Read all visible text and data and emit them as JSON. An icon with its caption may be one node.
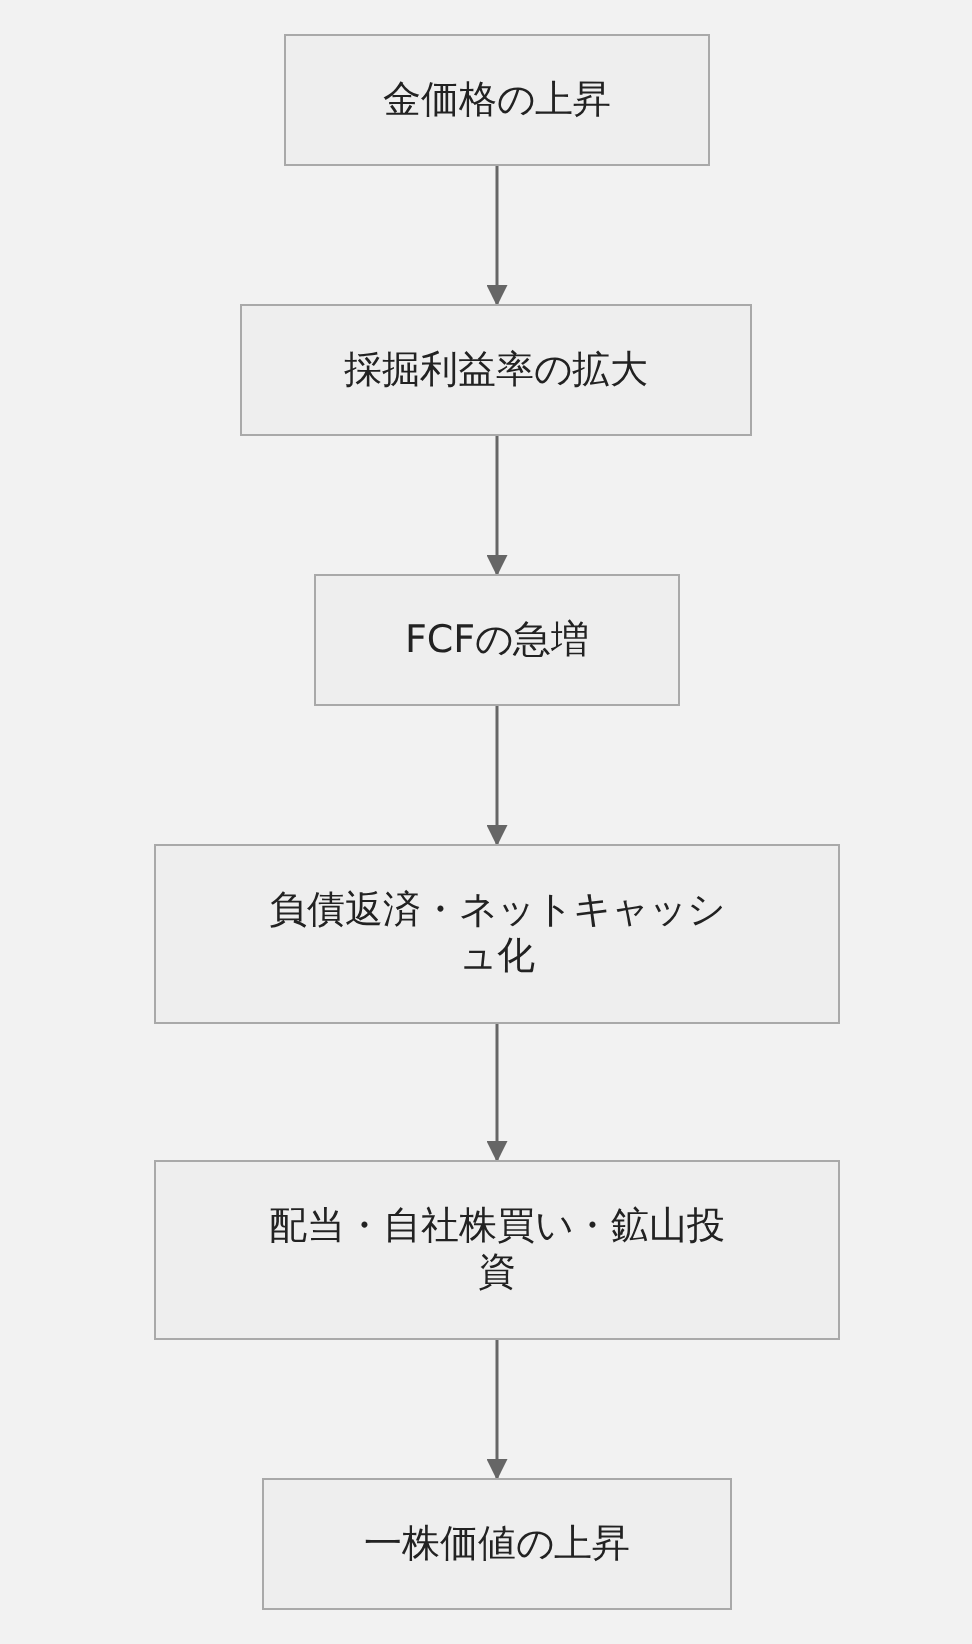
{
  "diagram": {
    "nodes": [
      {
        "text": [
          "金価格の上昇"
        ]
      },
      {
        "text": [
          "採掘利益率の拡大"
        ]
      },
      {
        "text": [
          "FCFの急増"
        ]
      },
      {
        "text": [
          "負債返済・ネットキャッシュ化"
        ]
      },
      {
        "text": [
          "配当・自社株買い・鉱山投資"
        ]
      },
      {
        "text": [
          "一株価値の上昇"
        ]
      }
    ],
    "edges": [
      {
        "from": 0,
        "to": 1,
        "arrow": "to"
      },
      {
        "from": 1,
        "to": 2,
        "arrow": "to"
      },
      {
        "from": 2,
        "to": 3,
        "arrow": "to"
      },
      {
        "from": 3,
        "to": 4,
        "arrow": "to"
      },
      {
        "from": 4,
        "to": 5,
        "arrow": "to"
      }
    ]
  }
}
